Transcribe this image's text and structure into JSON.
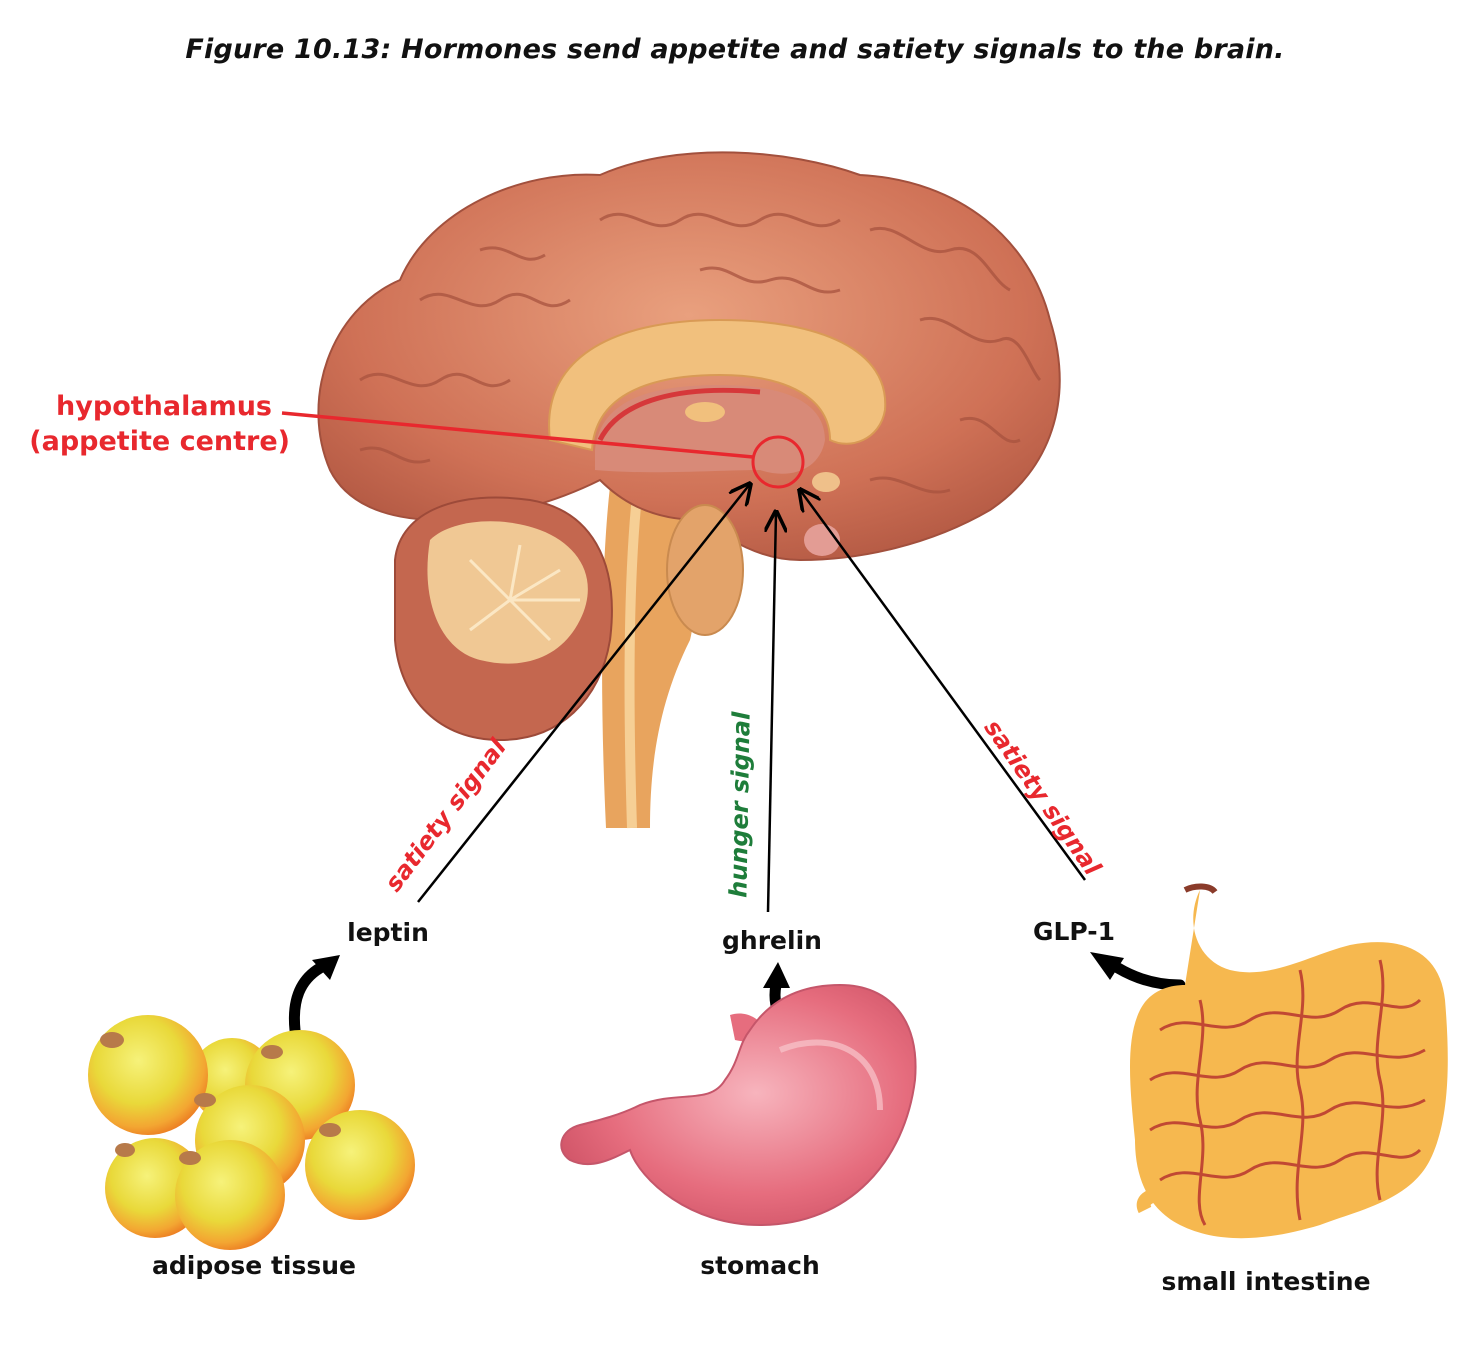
{
  "title": "Figure 10.13: Hormones send appetite and satiety signals to the brain.",
  "hypothalamus": {
    "line1": "hypothalamus",
    "line2": "(appetite centre)"
  },
  "hormones": {
    "leptin": "leptin",
    "ghrelin": "ghrelin",
    "glp1": "GLP-1"
  },
  "signals": {
    "left": "satiety signal",
    "middle": "hunger signal",
    "right": "satiety signal"
  },
  "organs": {
    "adipose": "adipose tissue",
    "stomach": "stomach",
    "intestine": "small intestine"
  },
  "colors": {
    "satiety": "#e8282e",
    "hunger": "#1e7d3a",
    "hypothalamus": "#e8282e",
    "arrow": "#000000"
  }
}
